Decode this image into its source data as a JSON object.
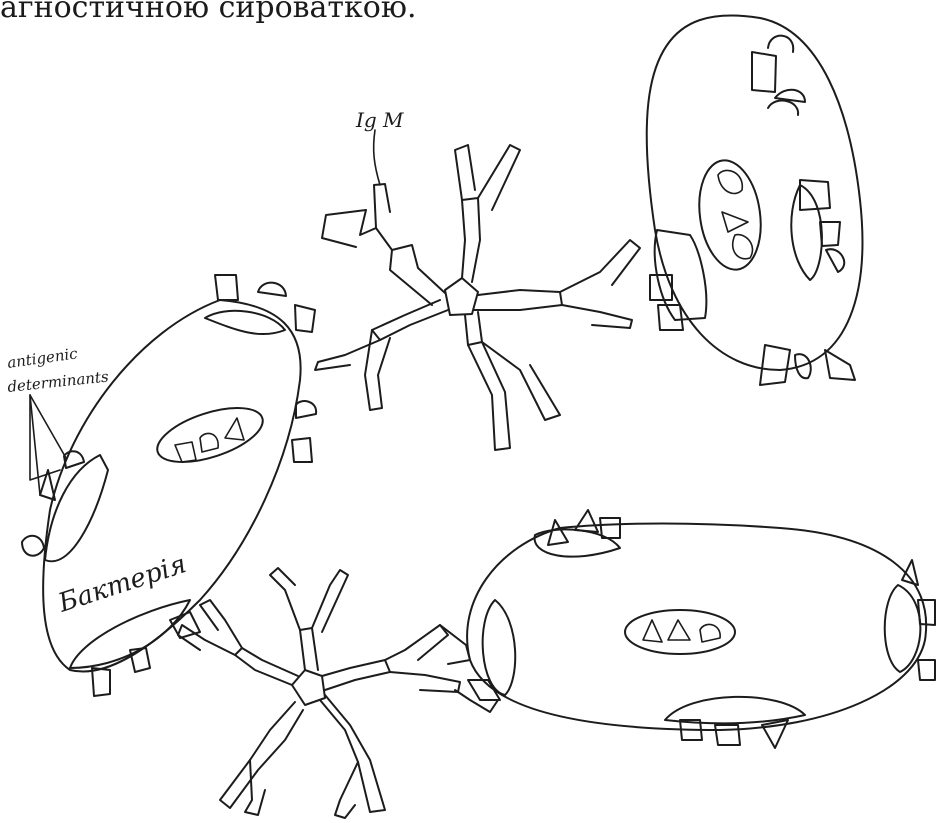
{
  "header": {
    "caption_fragment": "агностичною сироваткою."
  },
  "labels": {
    "antibody": "Ig M",
    "antigenic_determinants": [
      "antigenic",
      "determinants"
    ],
    "bacterium": "Бактерія"
  },
  "colors": {
    "ink": "#1c1c1c",
    "paper": "#ffffff"
  }
}
